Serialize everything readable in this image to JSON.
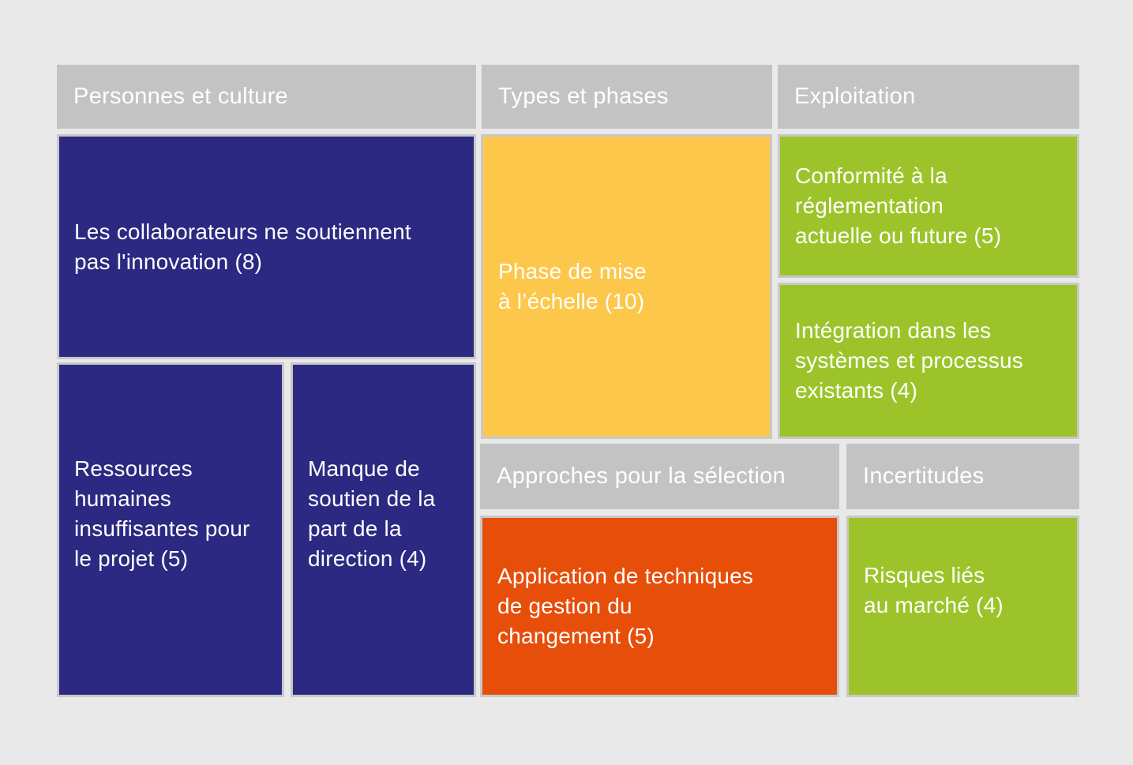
{
  "colors": {
    "background": "#e9e9e9",
    "header_gray": "#c3c3c3",
    "tile_border_gray": "#c8c8c8",
    "blue": "#2b2981",
    "yellow": "#fcc74b",
    "green": "#9cc42a",
    "orange": "#e64e0a",
    "text_white": "#ffffff"
  },
  "headers": {
    "personnes_et_culture": "Personnes et culture",
    "types_et_phases": "Types et phases",
    "exploitation": "Exploitation",
    "approches_selection": "Approches pour la sélection",
    "incertitudes": "Incertitudes"
  },
  "tiles": {
    "collaborateurs": {
      "text": "Les collaborateurs ne soutiennent\npas l'innovation (8)",
      "value": 8,
      "color": "blue"
    },
    "ressources": {
      "text": "Ressources\nhumaines\ninsuffisantes pour\nle projet (5)",
      "value": 5,
      "color": "blue"
    },
    "manque": {
      "text": "Manque de\nsoutien de la\npart de la\ndirection (4)",
      "value": 4,
      "color": "blue"
    },
    "phase": {
      "text": "Phase de mise\nà l’échelle (10)",
      "value": 10,
      "color": "yellow"
    },
    "conformite": {
      "text": "Conformité à la\nréglementation\nactuelle ou future (5)",
      "value": 5,
      "color": "green"
    },
    "integration": {
      "text": "Intégration dans les\nsystèmes et processus\nexistants (4)",
      "value": 4,
      "color": "green"
    },
    "application": {
      "text": "Application de techniques\nde gestion du\nchangement (5)",
      "value": 5,
      "color": "orange"
    },
    "risques": {
      "text": "Risques liés\nau marché (4)",
      "value": 4,
      "color": "green"
    }
  },
  "chart_data": {
    "type": "treemap",
    "title": "",
    "legend_position": "none",
    "groups": [
      {
        "name": "Personnes et culture",
        "items": [
          {
            "label": "Les collaborateurs ne soutiennent pas l'innovation",
            "value": 8,
            "color": "#2b2981"
          },
          {
            "label": "Ressources humaines insuffisantes pour le projet",
            "value": 5,
            "color": "#2b2981"
          },
          {
            "label": "Manque de soutien de la part de la direction",
            "value": 4,
            "color": "#2b2981"
          }
        ]
      },
      {
        "name": "Types et phases",
        "items": [
          {
            "label": "Phase de mise à l’échelle",
            "value": 10,
            "color": "#fcc74b"
          }
        ]
      },
      {
        "name": "Exploitation",
        "items": [
          {
            "label": "Conformité à la réglementation actuelle ou future",
            "value": 5,
            "color": "#9cc42a"
          },
          {
            "label": "Intégration dans les systèmes et processus existants",
            "value": 4,
            "color": "#9cc42a"
          }
        ]
      },
      {
        "name": "Approches pour la sélection",
        "items": [
          {
            "label": "Application de techniques de gestion du changement",
            "value": 5,
            "color": "#e64e0a"
          }
        ]
      },
      {
        "name": "Incertitudes",
        "items": [
          {
            "label": "Risques liés au marché",
            "value": 4,
            "color": "#9cc42a"
          }
        ]
      }
    ]
  }
}
